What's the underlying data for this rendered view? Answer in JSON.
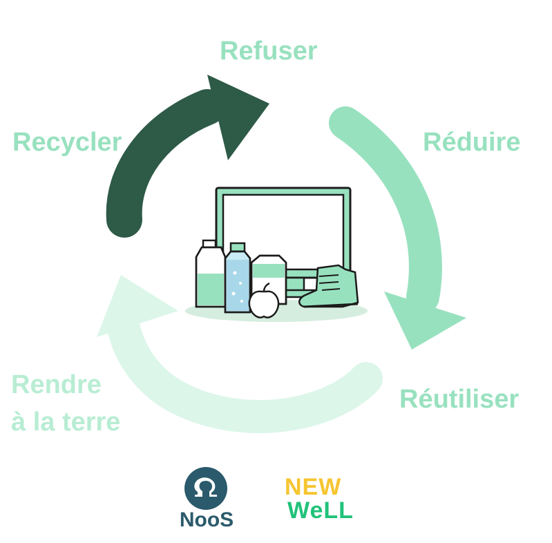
{
  "cycle": {
    "steps": [
      {
        "key": "refuser",
        "label": "Refuser",
        "color": "#98e1bf"
      },
      {
        "key": "reduire",
        "label": "Réduire",
        "color": "#98e1bf"
      },
      {
        "key": "reutiliser",
        "label": "Réutiliser",
        "color": "#98e1bf"
      },
      {
        "key": "rendre",
        "label_line1": "Rendre",
        "label_line2": "à la terre",
        "color": "#b8edd3"
      },
      {
        "key": "recycler",
        "label": "Recycler",
        "color": "#98e1bf"
      }
    ],
    "arrow_colors": {
      "dark": "#2e5a48",
      "medium": "#98e1bf",
      "light": "#dcf6ea"
    }
  },
  "center_illustration": {
    "objects": [
      "monitor-icon",
      "jug-icon",
      "bottle-icon",
      "carton-icon",
      "apple-icon",
      "boot-icon"
    ]
  },
  "logos": {
    "noos": {
      "text": "NooS",
      "color": "#2a5a6b"
    },
    "newwell": {
      "line1": "NEW",
      "line2": "WeLL",
      "color1": "#f6c531",
      "color2": "#21c27a"
    }
  }
}
